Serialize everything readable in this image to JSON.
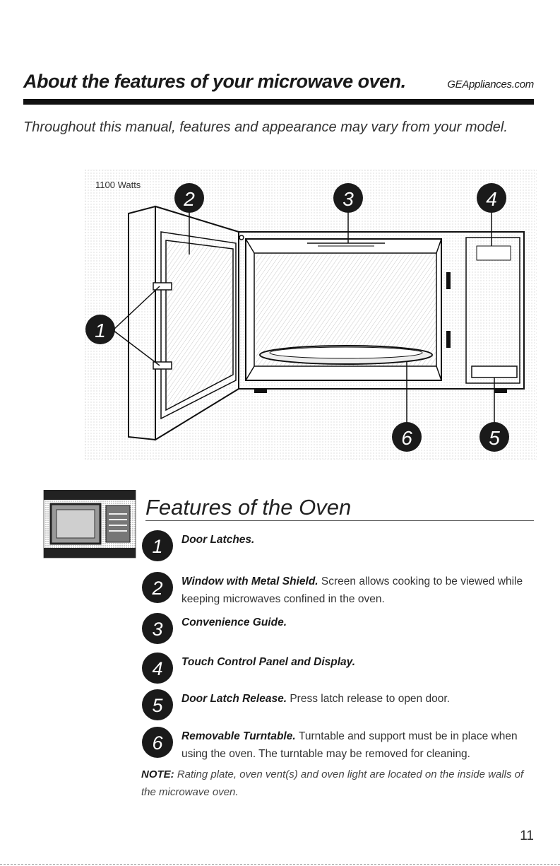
{
  "header": {
    "title": "About the features of your microwave oven.",
    "site": "GEAppliances.com"
  },
  "intro": "Throughout this manual, features and appearance may vary from your model.",
  "diagram": {
    "wattage": "1100 Watts",
    "callouts": [
      "1",
      "2",
      "3",
      "4",
      "5",
      "6"
    ]
  },
  "features": {
    "title": "Features of the Oven",
    "items": [
      {
        "number": "1",
        "name": "Door Latches.",
        "description": ""
      },
      {
        "number": "2",
        "name": "Window with Metal Shield.",
        "description": "Screen allows cooking to be viewed while keeping microwaves confined in the oven."
      },
      {
        "number": "3",
        "name": "Convenience Guide.",
        "description": ""
      },
      {
        "number": "4",
        "name": "Touch Control Panel and Display.",
        "description": ""
      },
      {
        "number": "5",
        "name": "Door Latch Release.",
        "description": "Press latch release to open door."
      },
      {
        "number": "6",
        "name": "Removable Turntable.",
        "description": "Turntable and support must be in place when using the oven. The turntable may be removed for cleaning."
      }
    ]
  },
  "note": {
    "label": "NOTE:",
    "text": "Rating plate, oven vent(s) and oven light are located on the inside walls of the microwave oven."
  },
  "page_number": "11",
  "colors": {
    "ink": "#111111",
    "badge": "#1a1a1a"
  }
}
